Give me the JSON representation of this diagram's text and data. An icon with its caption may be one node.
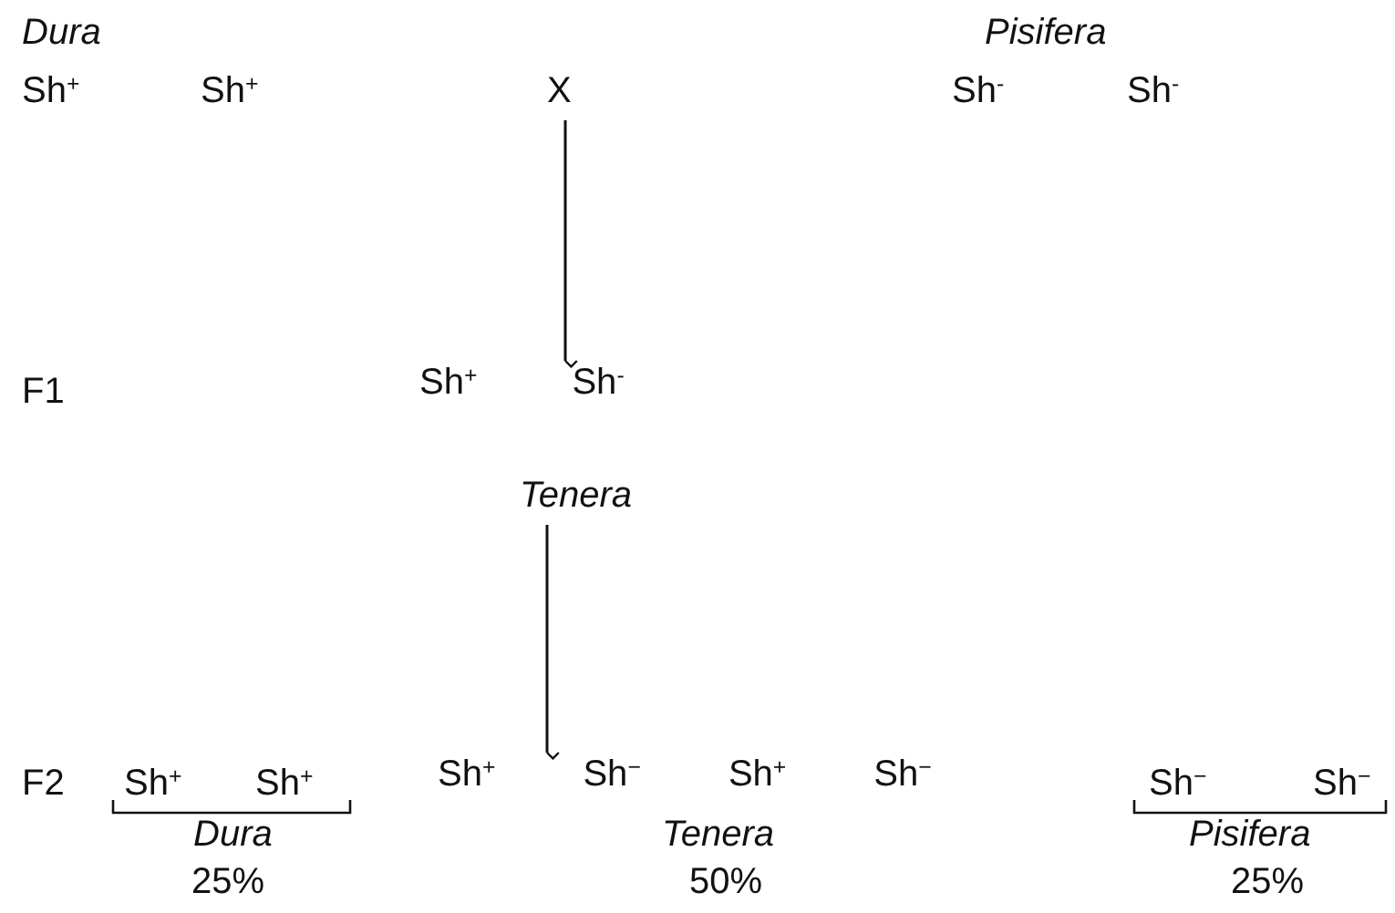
{
  "diagram": {
    "nodes": [
      {
        "text": [
          "X"
        ]
      },
      {
        "text": [
          "Sh$^{+}$",
          "Sh$^{-}$"
        ]
      },
      {
        "text": [
          "Tenera"
        ]
      },
      {
        "text": [
          "Sh$^{+}$",
          "Sh$^{−}$",
          "Sh$^{+}$",
          "Sh$^{−}$"
        ]
      }
    ],
    "edges": [
      {
        "from": 0,
        "to": 1,
        "arrow": "to"
      },
      {
        "from": 2,
        "to": 3,
        "arrow": "to"
      }
    ],
    "labels": [
      "Dura",
      "Pisifera",
      "Sh$^{+}$",
      "Sh$^{+}$",
      "Sh$^{-}$",
      "Sh$^{-}$",
      "F1",
      "F2",
      "Sh$^{+}$",
      "Sh$^{+}$",
      "Sh$^{−}$",
      "Sh$^{−}$",
      "Dura",
      "Tenera",
      "Pisifera",
      "25%",
      "50%",
      "25%"
    ]
  }
}
